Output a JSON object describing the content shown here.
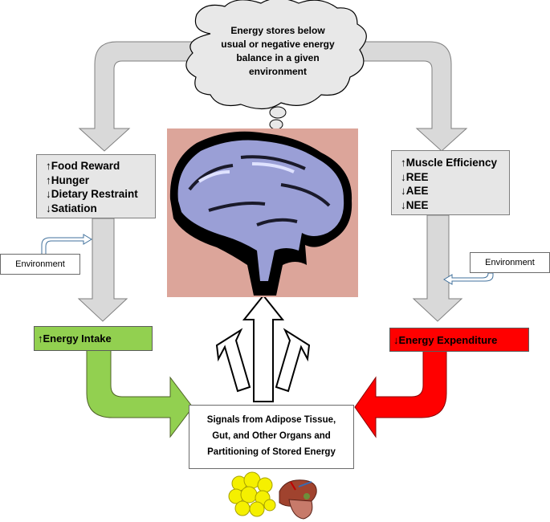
{
  "cloud": {
    "lines": [
      "Energy stores below",
      "usual or negative energy",
      "balance in a given",
      "environment"
    ]
  },
  "intake_effects": [
    "↑Food Reward",
    "↑Hunger",
    "↓Dietary Restraint",
    "↓Satiation"
  ],
  "expenditure_effects": [
    "↑Muscle Efficiency",
    "↓REE",
    "↓AEE",
    "↓NEE"
  ],
  "environment_label": "Environment",
  "energy_intake": "↑Energy Intake",
  "energy_expenditure": "↓Energy Expenditure",
  "signals": {
    "lines": [
      "Signals from Adipose Tissue,",
      "Gut, and Other Organs and",
      "Partitioning of Stored Energy"
    ]
  },
  "colors": {
    "intake_green": "#92d050",
    "expenditure_red": "#ff0000",
    "arrow_gray": "#d9d9d9",
    "box_gray": "#e6e6e6",
    "brain_purple": "#9a9fd6",
    "brain_background": "#dca59a"
  },
  "icons": [
    "brain-illustration",
    "adipose-tissue-icon",
    "organs-icon"
  ]
}
